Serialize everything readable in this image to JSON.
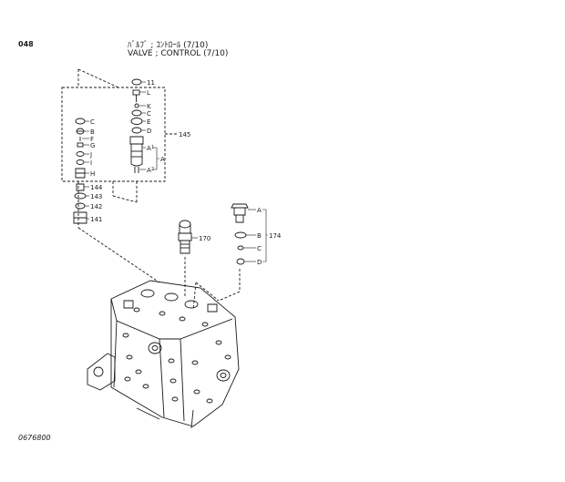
{
  "header": {
    "page_number": "048",
    "title_jp": "ﾊﾞﾙﾌﾞ ; ｺﾝﾄﾛｰﾙ (7/10)",
    "title_en": "VALVE ; CONTROL (7/10)"
  },
  "footer": {
    "drawing_number": "0676800"
  },
  "callouts": {
    "left_column": [
      "C",
      "B",
      "F",
      "G",
      "J",
      "I",
      "H"
    ],
    "center_column": [
      "11",
      "L",
      "K",
      "C",
      "E",
      "D",
      "A",
      "A",
      "A"
    ],
    "center_column_sub": [
      "1",
      "2"
    ],
    "lower_left": [
      "144",
      "143",
      "142",
      "141"
    ],
    "group_145": "145",
    "part_170": "170",
    "right_group": [
      "A",
      "B",
      "C",
      "D"
    ],
    "group_174": "174"
  },
  "colors": {
    "ink": "#1a1a1a",
    "paper": "#ffffff"
  }
}
